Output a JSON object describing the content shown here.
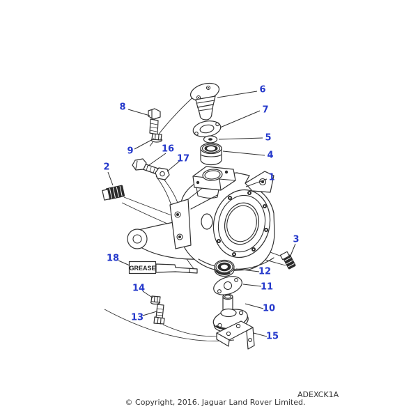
{
  "diagram": {
    "kind": "exploded-parts-diagram",
    "subject": "swivel-pin-housing-assembly",
    "code": "ADEXCK1A",
    "copyright": "© Copyright, 2016. Jaguar Land Rover Limited.",
    "grease_label": "GREASE",
    "colors": {
      "callout": "#2438cb",
      "ink": "#303030"
    },
    "callouts": {
      "c1": "1",
      "c2": "2",
      "c3": "3",
      "c4": "4",
      "c5": "5",
      "c6": "6",
      "c7": "7",
      "c8": "8",
      "c9": "9",
      "c10": "10",
      "c11": "11",
      "c12": "12",
      "c13": "13",
      "c14": "14",
      "c15": "15",
      "c16": "16",
      "c17": "17",
      "c18": "18"
    }
  }
}
